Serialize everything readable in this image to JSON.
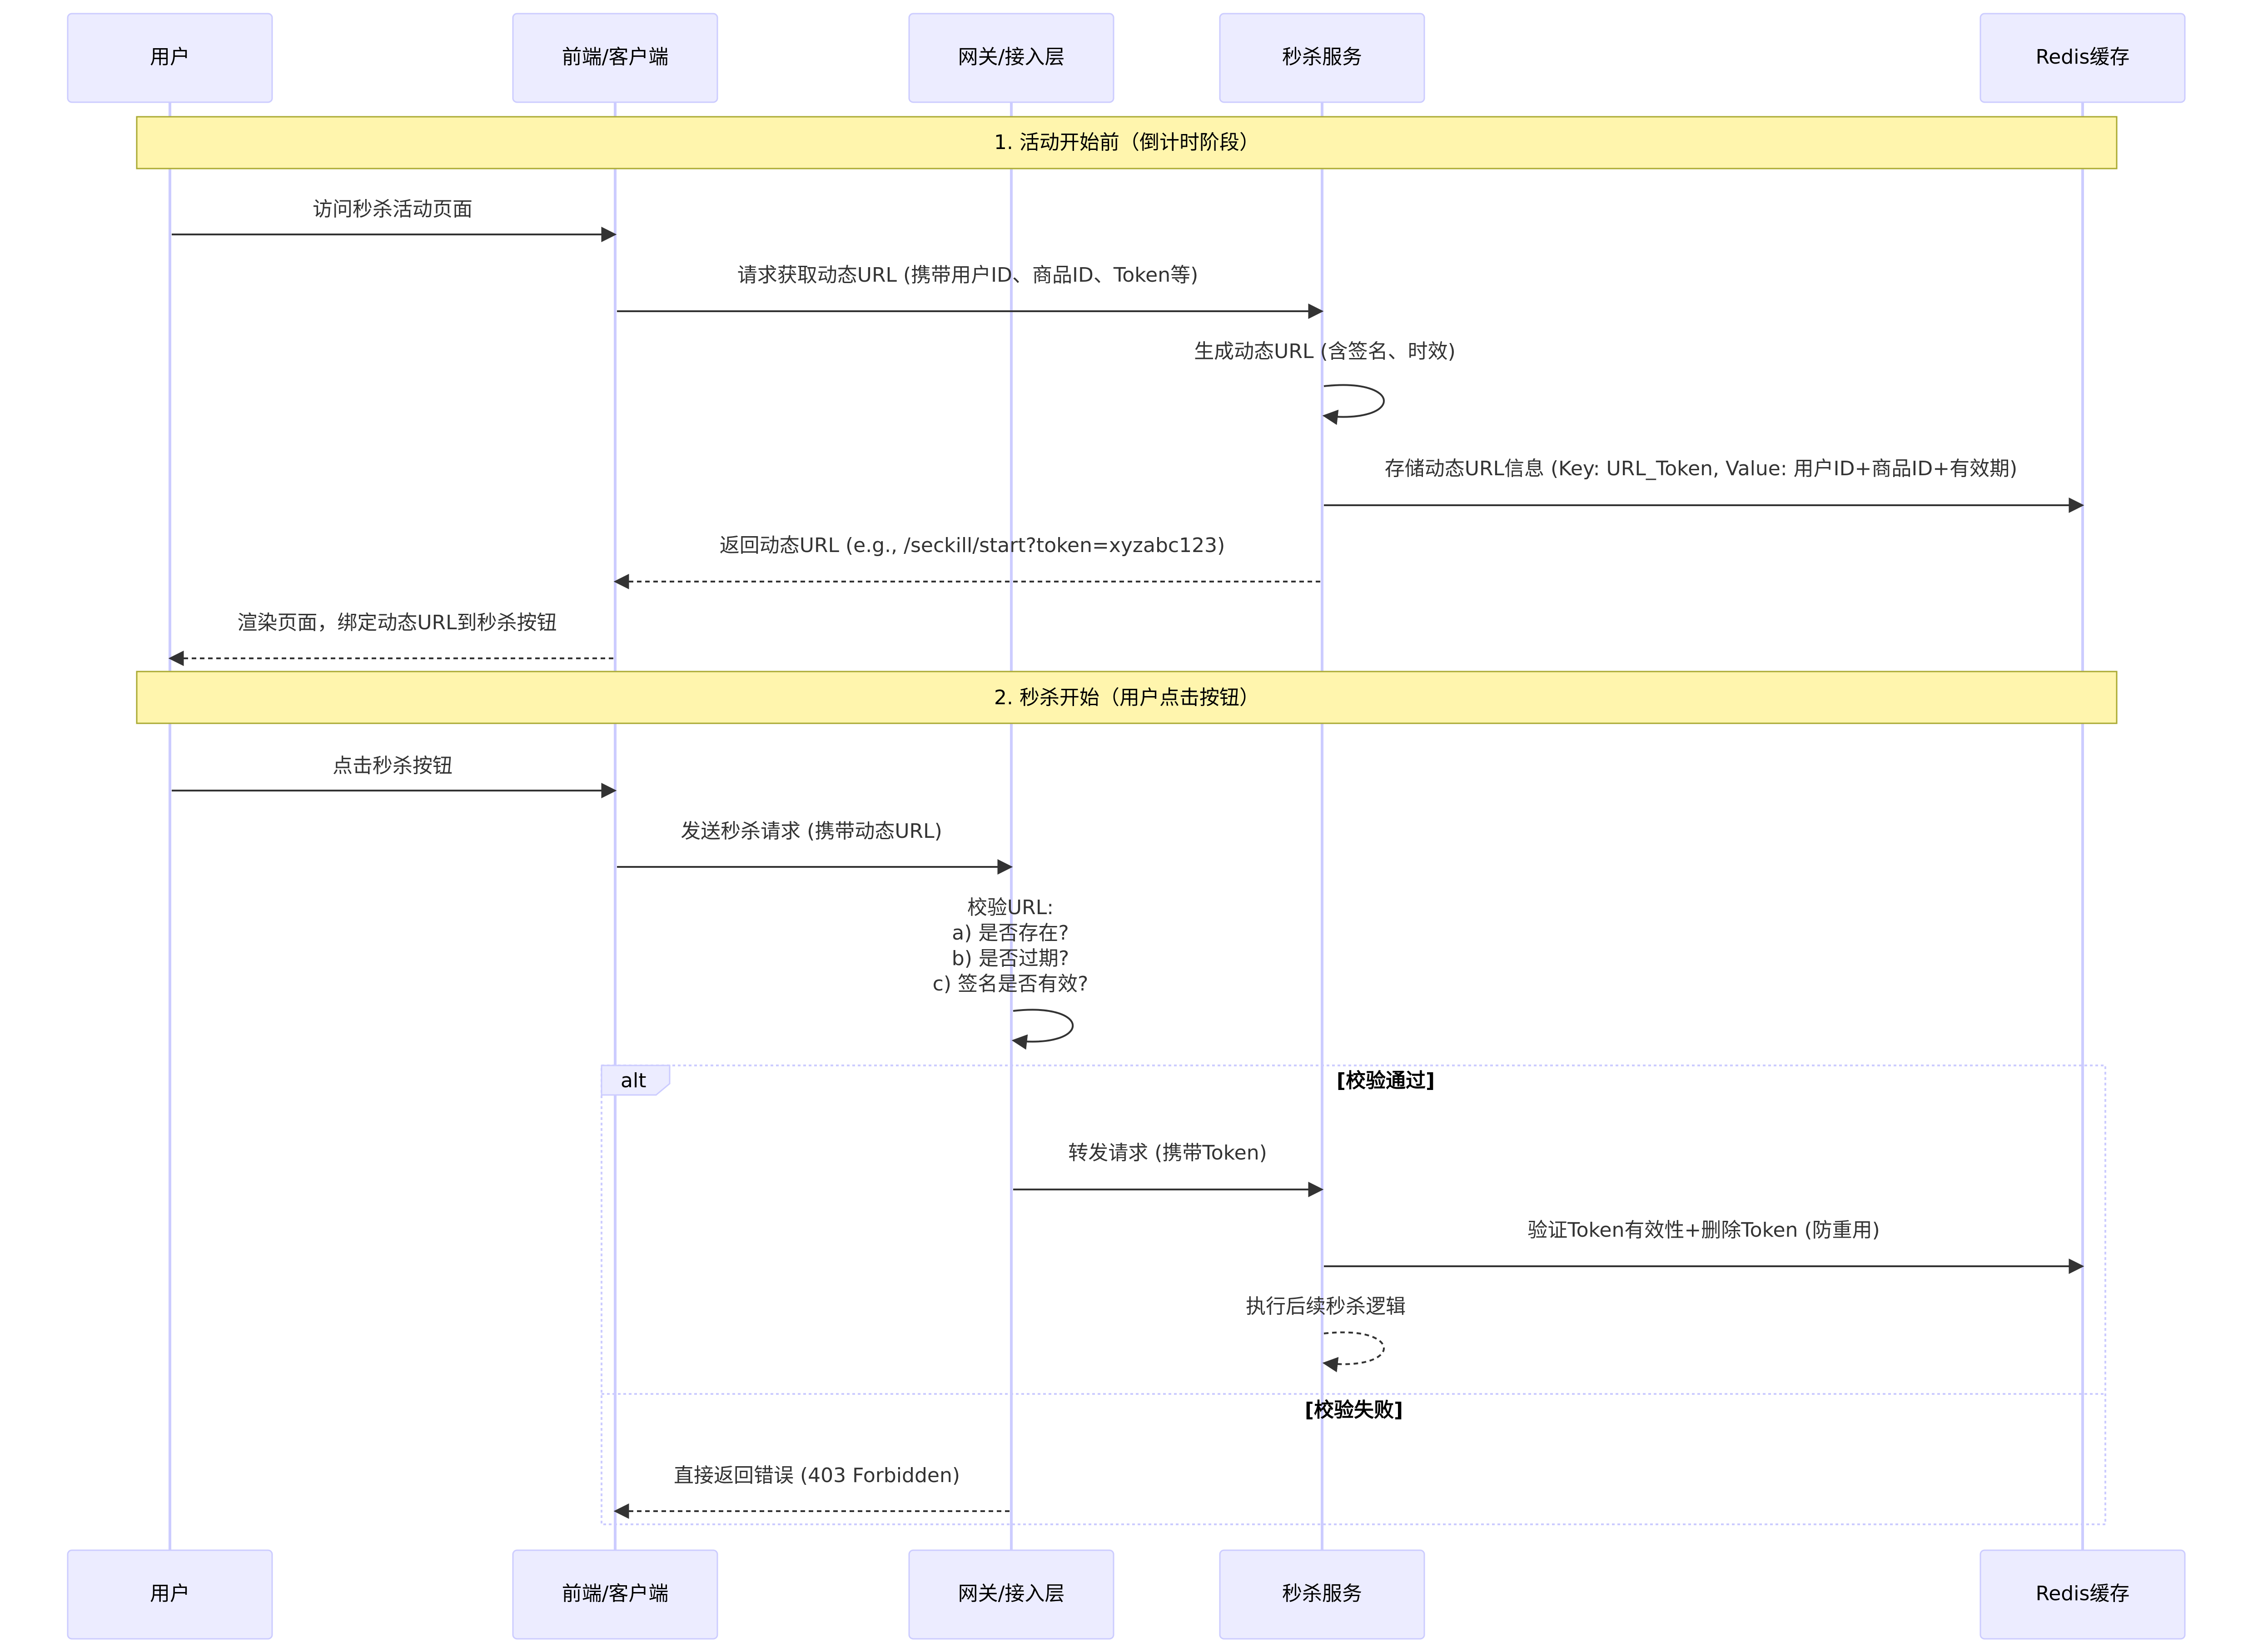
{
  "actors": [
    {
      "id": "user",
      "label": "用户"
    },
    {
      "id": "client",
      "label": "前端/客户端"
    },
    {
      "id": "gateway",
      "label": "网关/接入层"
    },
    {
      "id": "seckill",
      "label": "秒杀服务"
    },
    {
      "id": "redis",
      "label": "Redis缓存"
    }
  ],
  "notes": {
    "phase1": "1. 活动开始前（倒计时阶段）",
    "phase2": "2. 秒杀开始（用户点击按钮）"
  },
  "messages": {
    "m1": "访问秒杀活动页面",
    "m2": "请求获取动态URL (携带用户ID、商品ID、Token等)",
    "m3": "生成动态URL (含签名、时效)",
    "m4": "存储动态URL信息 (Key: URL_Token, Value: 用户ID+商品ID+有效期)",
    "m5": "返回动态URL (e.g., /seckill/start?token=xyzabc123)",
    "m6": "渲染页面，绑定动态URL到秒杀按钮",
    "m7": "点击秒杀按钮",
    "m8": "发送秒杀请求 (携带动态URL)",
    "m9_lines": [
      "校验URL:",
      "a) 是否存在?",
      "b) 是否过期?",
      "c) 签名是否有效?"
    ],
    "m10": "转发请求 (携带Token)",
    "m11": "验证Token有效性+删除Token (防重用)",
    "m12": "执行后续秒杀逻辑",
    "m13": "直接返回错误 (403 Forbidden)"
  },
  "alt": {
    "keyword": "alt",
    "cond_pass": "[校验通过]",
    "cond_fail": "[校验失败]"
  },
  "colors": {
    "actor_fill": "#ECECFF",
    "actor_stroke": "#CCCCFF",
    "note_fill": "#FFF5AD",
    "note_stroke": "#AAAA33",
    "line": "#333333"
  }
}
